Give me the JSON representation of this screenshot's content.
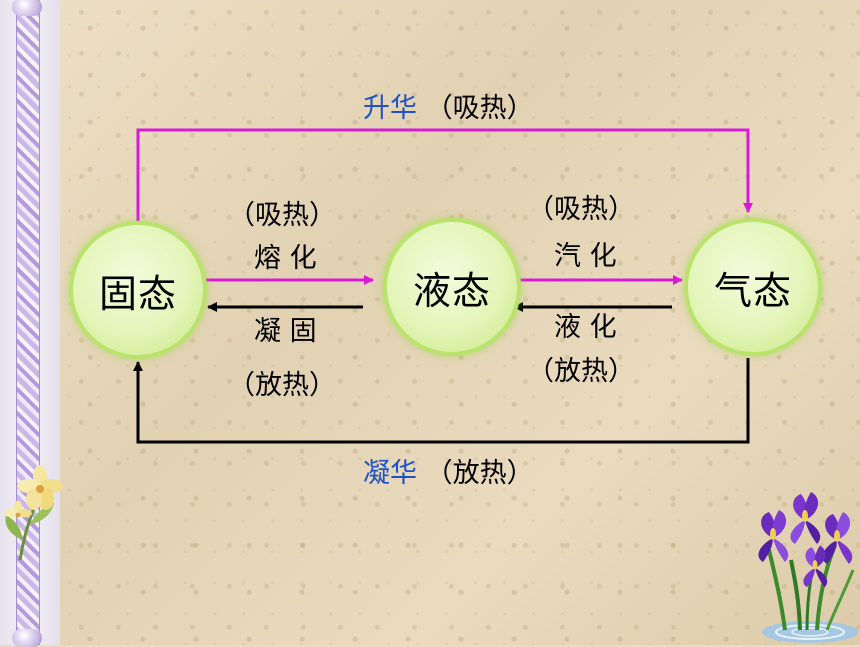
{
  "diagram": {
    "nodes": {
      "solid": "固态",
      "liquid": "液态",
      "gas": "气态"
    },
    "sublimation": {
      "process": "升华",
      "heat": "（吸热）"
    },
    "deposition": {
      "process": "凝华",
      "heat": "（放热）"
    },
    "melting": {
      "heat": "（吸热）",
      "process": "熔 化"
    },
    "freezing": {
      "process": "凝 固",
      "heat": "（放热）"
    },
    "vaporization": {
      "heat": "（吸热）",
      "process": "汽 化"
    },
    "condensation": {
      "process": "液 化",
      "heat": "（放热）"
    },
    "colors": {
      "heat_absorbing_arrow": "#d81ad8",
      "heat_releasing_arrow": "#000000",
      "process_word_highlight": "#1f52c4",
      "node_fill": "#e3f5b9",
      "node_glow": "#b9e36a"
    }
  },
  "decor": {
    "left_border": "lavender-twisted-pole",
    "side_flower_icon": "yellow-flower-icon",
    "corner_flower_icon": "purple-iris-icon"
  }
}
